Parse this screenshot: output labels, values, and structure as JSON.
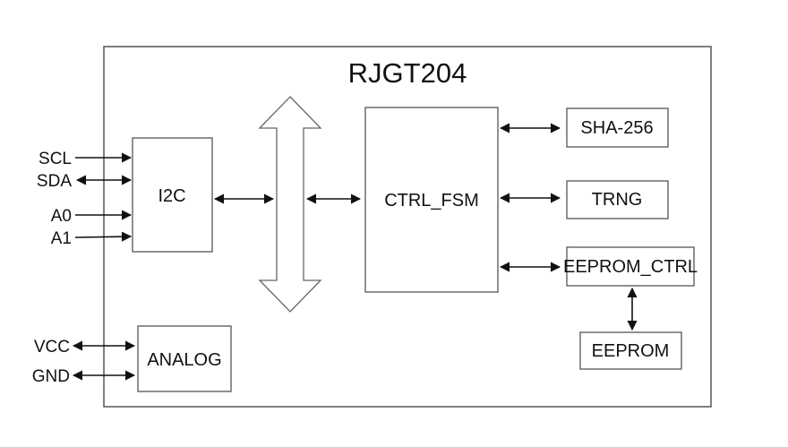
{
  "chip": {
    "title": "RJGT204"
  },
  "blocks": {
    "i2c": "I2C",
    "analog": "ANALOG",
    "ctrl_fsm": "CTRL_FSM",
    "sha256": "SHA-256",
    "trng": "TRNG",
    "eeprom_ctrl": "EEPROM_CTRL",
    "eeprom": "EEPROM"
  },
  "pins": {
    "scl": "SCL",
    "sda": "SDA",
    "a0": "A0",
    "a1": "A1",
    "vcc": "VCC",
    "gnd": "GND"
  },
  "colors": {
    "line": "#111111",
    "box": "#555555",
    "background": "#ffffff"
  }
}
